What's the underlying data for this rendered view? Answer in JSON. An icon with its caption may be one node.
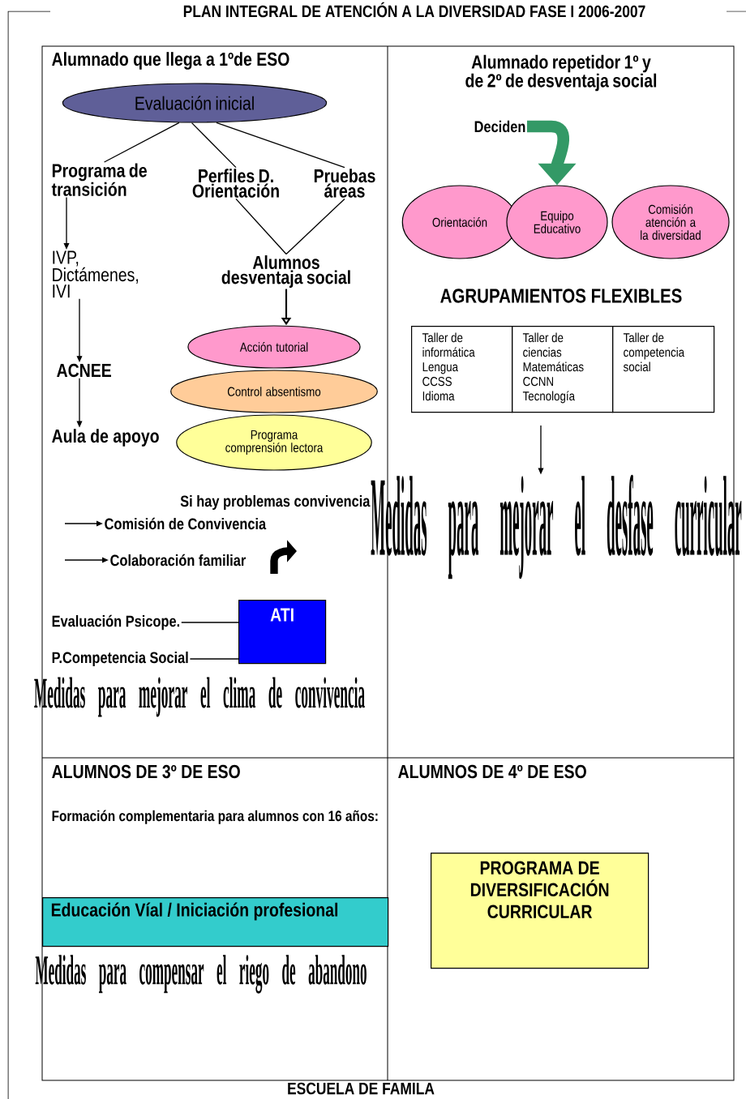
{
  "diagram": {
    "title": "PLAN INTEGRAL DE ATENCIÓN A LA DIVERSIDAD   FASE I 2006-2007",
    "nodes": [
      {
        "text": [
          "Evaluación inicial"
        ]
      },
      {
        "text": [
          "Programa de transición"
        ]
      },
      {
        "text": [
          "Perfiles D. Orientación"
        ]
      },
      {
        "text": [
          "Pruebas áreas"
        ]
      },
      {
        "text": [
          "Alumnos desventaja social"
        ]
      },
      {
        "text": [
          "IVP, Dictámenes, IVI"
        ]
      },
      {
        "text": [
          "ACNEE"
        ]
      },
      {
        "text": [
          "Aula de  apoyo"
        ]
      },
      {
        "text": [
          "Acción tutorial"
        ]
      },
      {
        "text": [
          "Control absentismo"
        ]
      },
      {
        "text": [
          "Programa comprensión lectora"
        ]
      },
      {
        "text": [
          "Comisión de Convivencia"
        ]
      },
      {
        "text": [
          "Colaboración familiar"
        ]
      },
      {
        "text": [
          "Evaluación Psicope."
        ]
      },
      {
        "text": [
          "ATI"
        ]
      },
      {
        "text": [
          "P.Competencia Social"
        ]
      },
      {
        "text": [
          "Deciden"
        ]
      },
      {
        "text": [
          "Orientación"
        ]
      },
      {
        "text": [
          "Equipo Educativo"
        ]
      },
      {
        "text": [
          "Comisión atención a la diversidad"
        ]
      },
      {
        "text": [
          "Taller de informática",
          "Lengua",
          "CCSS",
          "Idioma"
        ]
      },
      {
        "text": [
          "Taller de ciencias",
          "Matemáticas",
          "CCNN",
          "Tecnología"
        ]
      },
      {
        "text": [
          "Taller de competencia social"
        ]
      },
      {
        "text": [
          "Medidas para mejorar el desfase curricular"
        ]
      },
      {
        "text": [
          "Educación Víal / Iniciación profesional"
        ]
      },
      {
        "text": [
          "PROGRAMA DE DIVERSIFICACIÓN CURRICULAR"
        ]
      }
    ],
    "edges": [
      {
        "from": 0,
        "to": 1,
        "arrow": "none"
      },
      {
        "from": 0,
        "to": 2,
        "arrow": "none"
      },
      {
        "from": 0,
        "to": 3,
        "arrow": "none"
      },
      {
        "from": 2,
        "to": 4,
        "arrow": "none"
      },
      {
        "from": 3,
        "to": 4,
        "arrow": "none"
      },
      {
        "from": 1,
        "to": 5,
        "arrow": "to"
      },
      {
        "from": 5,
        "to": 6,
        "arrow": "to"
      },
      {
        "from": 6,
        "to": 7,
        "arrow": "to"
      },
      {
        "from": 4,
        "to": 8,
        "arrow": "to"
      },
      {
        "from": null,
        "to": 11,
        "arrow": "to"
      },
      {
        "from": null,
        "to": 12,
        "arrow": "to"
      },
      {
        "from": 13,
        "to": 14,
        "arrow": "none"
      },
      {
        "from": 15,
        "to": 14,
        "arrow": "none"
      },
      {
        "from": 16,
        "to": 18,
        "arrow": "to",
        "style": "thick",
        "color": "#339966"
      },
      {
        "from": null,
        "to": 23,
        "arrow": "to"
      }
    ],
    "labels": [
      "Alumnado que llega a 1ºde ESO",
      "Alumnado repetidor 1º y de 2º de desventaja social",
      "AGRUPAMIENTOS FLEXIBLES",
      "Si hay problemas convivencia",
      "Medidas para mejorar el clima de convivencia",
      "ALUMNOS DE 3º DE ESO",
      "ALUMNOS DE 4º DE ESO",
      "Formación complementaria para alumnos con 16 años:",
      "Medidas para compensar el riego de abandono",
      "ESCUELA DE FAMILA"
    ]
  }
}
